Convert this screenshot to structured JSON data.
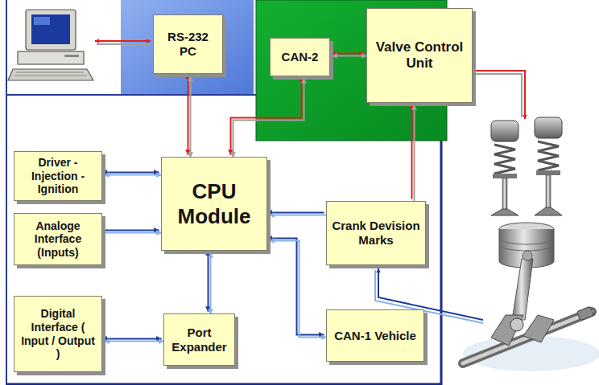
{
  "diagram": {
    "nodes": [
      {
        "text": [
          "RS-232 PC"
        ]
      },
      {
        "text": [
          "CAN-2"
        ]
      },
      {
        "text": [
          "Valve Control Unit"
        ]
      },
      {
        "text": [
          "Driver - Injection - Ignition"
        ]
      },
      {
        "text": [
          "CPU Module"
        ]
      },
      {
        "text": [
          "Analoge Interface (Inputs)"
        ]
      },
      {
        "text": [
          "Crank Devision Marks"
        ]
      },
      {
        "text": [
          "Digital Interface ( Input / Output )"
        ]
      },
      {
        "text": [
          "Port Expander"
        ]
      },
      {
        "text": [
          "CAN-1 Vehicle"
        ]
      }
    ],
    "edges": [
      {
        "from": 0,
        "to": 4,
        "arrow": "both"
      },
      {
        "from": 1,
        "to": 2,
        "arrow": "both"
      },
      {
        "from": 4,
        "to": 1,
        "arrow": "both"
      },
      {
        "from": 3,
        "to": 4,
        "arrow": "both"
      },
      {
        "from": 5,
        "to": 4,
        "arrow": "to"
      },
      {
        "from": 6,
        "to": 4,
        "arrow": "to"
      },
      {
        "from": 6,
        "to": 2,
        "arrow": "to"
      },
      {
        "from": 7,
        "to": 8,
        "arrow": "both"
      },
      {
        "from": 4,
        "to": 8,
        "arrow": "both"
      },
      {
        "from": 4,
        "to": 9,
        "arrow": "both"
      }
    ]
  }
}
